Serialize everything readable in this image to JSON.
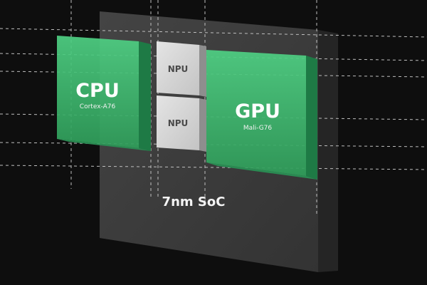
{
  "soc": {
    "label": "7nm SoC",
    "color": "#3d3d3d"
  },
  "cpu": {
    "label": "CPU",
    "core": "Cortex-A76",
    "color": "#3fbf70"
  },
  "gpu": {
    "label": "GPU",
    "core": "Mali-G76",
    "color": "#3fbf70"
  },
  "npu": [
    {
      "label": "NPU",
      "color": "#d6d6d6"
    },
    {
      "label": "NPU",
      "color": "#d6d6d6"
    }
  ],
  "background_color": "#0e0e0e"
}
